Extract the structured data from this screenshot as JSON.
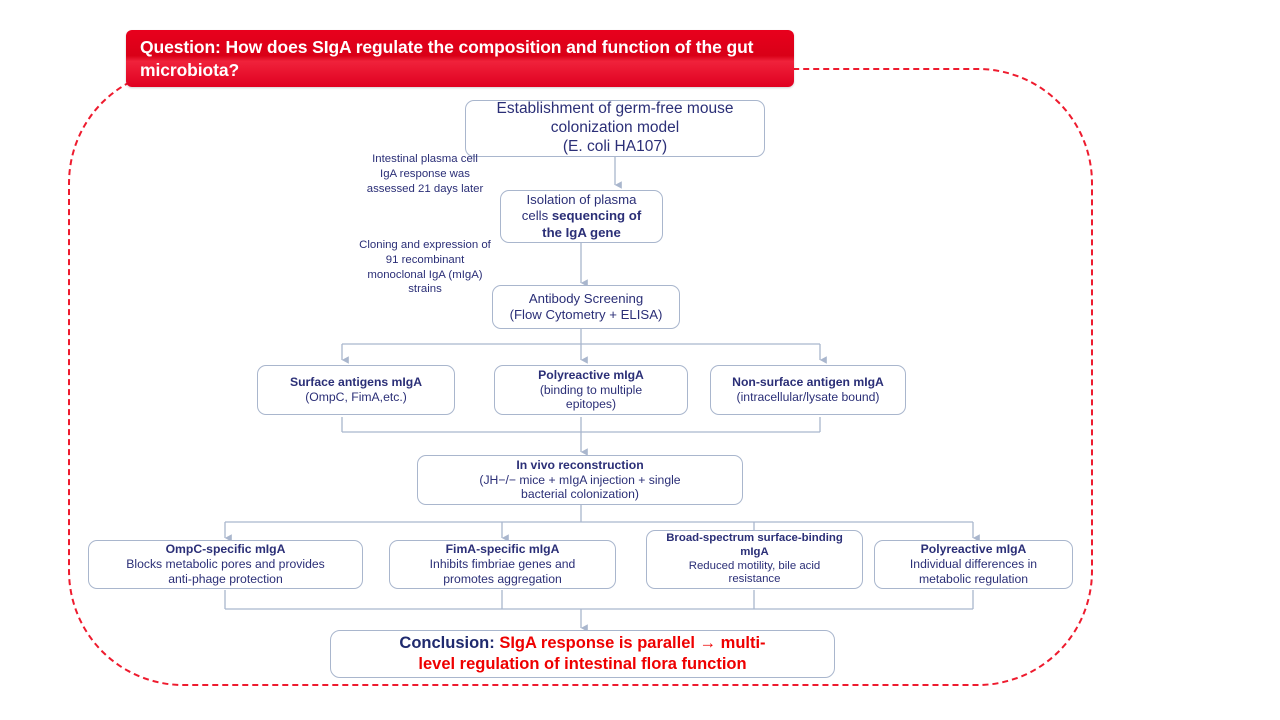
{
  "banner": {
    "text": "Question: How does SIgA regulate the composition and function of the gut microbiota?"
  },
  "nodes": {
    "establishment": {
      "line1": "Establishment of germ-free mouse",
      "line2": "colonization model",
      "line3": "(E. coli HA107)"
    },
    "isolation": {
      "line1": "Isolation of plasma",
      "line2": "cells ",
      "bold1": "sequencing of",
      "bold2": "the IgA gene"
    },
    "screening": {
      "line1": "Antibody Screening",
      "line2": "(Flow Cytometry + ELISA)"
    },
    "surface_ag": {
      "title": "Surface antigens mIgA",
      "desc": "(OmpC, FimA,etc.)"
    },
    "polyreactive": {
      "title": "Polyreactive mIgA",
      "desc1": "(binding to multiple",
      "desc2": "epitopes)"
    },
    "nonsurface": {
      "title": "Non-surface antigen mIgA",
      "desc": "(intracellular/lysate bound)"
    },
    "invivo": {
      "title": "In vivo reconstruction",
      "desc1": "(JH−/− mice + mIgA injection + single",
      "desc2": "bacterial colonization)"
    },
    "ompc": {
      "title": "OmpC-specific mIgA",
      "desc1": "Blocks metabolic pores and provides",
      "desc2": "anti-phage protection"
    },
    "fima": {
      "title": "FimA-specific mIgA",
      "desc1": "Inhibits fimbriae genes and",
      "desc2": "promotes aggregation"
    },
    "broad": {
      "title1": "Broad-spectrum surface-binding",
      "title2": "mIgA",
      "desc1": "Reduced motility, bile acid",
      "desc2": "resistance"
    },
    "poly2": {
      "title": "Polyreactive mIgA",
      "desc1": "Individual differences in",
      "desc2": "metabolic regulation"
    }
  },
  "notes": {
    "note1_l1": "Intestinal plasma cell",
    "note1_l2": "IgA response was",
    "note1_l3": "assessed 21 days later",
    "note2_l1": "Cloning and expression of",
    "note2_l2": "91 recombinant",
    "note2_l3": "monoclonal IgA (mIgA)",
    "note2_l4": "strains"
  },
  "conclusion": {
    "label": "Conclusion:",
    "value_l1": "SIgA response is parallel → multi-",
    "value_l2": "level regulation of intestinal flora function"
  },
  "colors": {
    "banner_red": "#e0001d",
    "frame_red": "#ee1b2e",
    "node_border": "#a9b6cd",
    "node_text": "#2b2f77",
    "conclusion_red": "#ee0000",
    "wire": "#a9b6cd"
  }
}
